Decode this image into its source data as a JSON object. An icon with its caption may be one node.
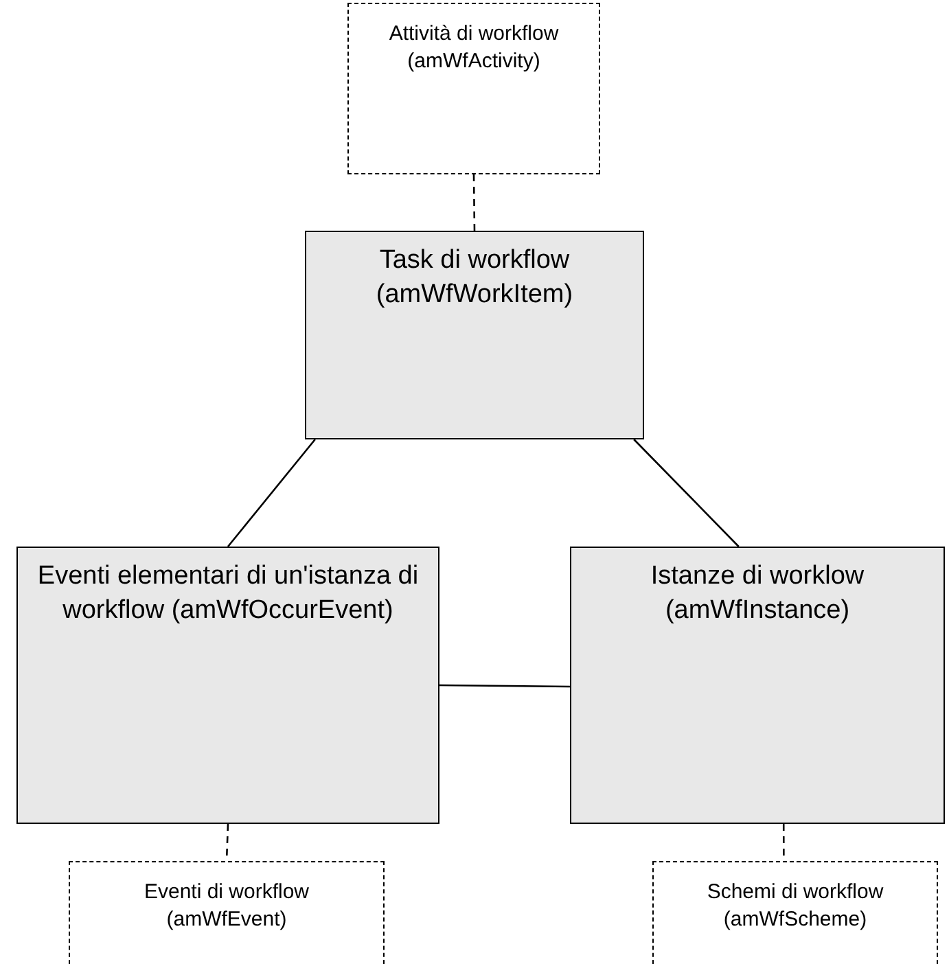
{
  "diagram": {
    "nodes": [
      {
        "text": [
          "Attività di workflow (amWfActivity)"
        ]
      },
      {
        "text": [
          "Task di workflow (amWfWorkItem)"
        ]
      },
      {
        "text": [
          "Eventi elementari di un'istanza di workflow (amWfOccurEvent)"
        ]
      },
      {
        "text": [
          "Istanze di worklow (amWfInstance)"
        ]
      },
      {
        "text": [
          "Eventi di workflow (amWfEvent)"
        ]
      },
      {
        "text": [
          "Schemi di workflow (amWfScheme)"
        ]
      }
    ],
    "edges": [
      {
        "from": 0,
        "to": 1,
        "arrow": "none",
        "style": "dashed"
      },
      {
        "from": 1,
        "to": 2,
        "arrow": "none"
      },
      {
        "from": 1,
        "to": 3,
        "arrow": "none"
      },
      {
        "from": 2,
        "to": 3,
        "arrow": "none"
      },
      {
        "from": 2,
        "to": 4,
        "arrow": "none",
        "style": "dashed"
      },
      {
        "from": 3,
        "to": 5,
        "arrow": "none",
        "style": "dashed"
      }
    ]
  }
}
